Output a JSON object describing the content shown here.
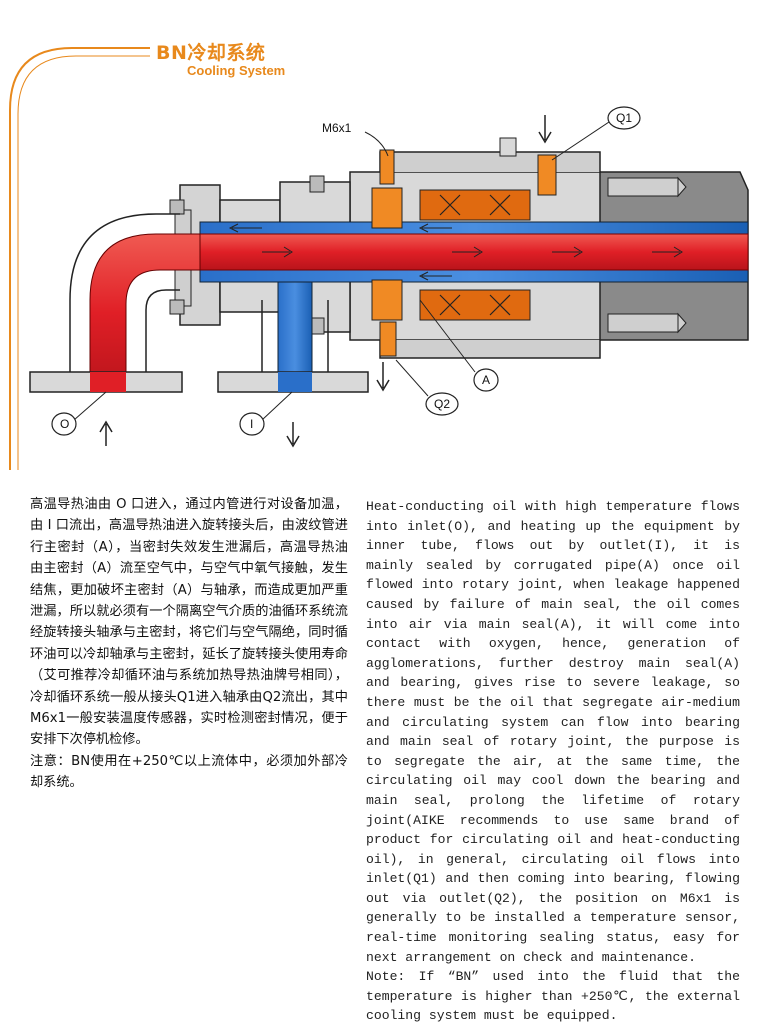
{
  "header": {
    "title": "BN冷却系统",
    "subtitle": "Cooling System"
  },
  "diagram": {
    "labels": {
      "m6x1": "M6x1",
      "q1": "Q1",
      "q2": "Q2",
      "a": "A",
      "o": "O",
      "i": "I"
    },
    "colors": {
      "hot_oil": "#e01f26",
      "cool_oil": "#1a5fb4",
      "seal": "#f08a24",
      "bearing": "#e06a10",
      "body": "#d9d9d9",
      "accent": "#e8891c"
    }
  },
  "text": {
    "chinese_body": "高温导热油由 O 口进入，通过内管进行对设备加温，由 I 口流出，高温导热油进入旋转接头后，由波纹管进行主密封（A），当密封失效发生泄漏后，高温导热油由主密封（A）流至空气中，与空气中氧气接触，发生结焦，更加破坏主密封（A）与轴承，而造成更加严重泄漏，所以就必须有一个隔离空气介质的油循环系统流经旋转接头轴承与主密封，将它们与空气隔绝，同时循环油可以冷却轴承与主密封，延长了旋转接头使用寿命（艾可推荐冷却循环油与系统加热导热油牌号相同），冷却循环系统一般从接头Q1进入轴承由Q2流出，其中M6x1一般安装温度传感器，实时检测密封情况，便于安排下次停机检修。",
    "chinese_note": "注意：BN使用在+250℃以上流体中，必须加外部冷却系统。",
    "english_body": "Heat-conducting oil with high temperature flows into inlet(O), and heating up the equipment by inner tube, flows out by outlet(I), it is mainly sealed by corrugated pipe(A) once oil flowed into rotary joint, when leakage happened caused by failure of main seal, the oil comes into air via main seal(A), it will come into contact with oxygen, hence, generation of agglomerations, further destroy main seal(A) and bearing, gives rise to severe leakage, so there must be the oil that segregate air-medium and circulating system can flow into bearing and main seal of rotary joint, the purpose is to segregate the air, at the same time, the circulating oil may cool down the bearing and main seal, prolong the lifetime of rotary joint(AIKE recommends to use same brand of product for circulating oil and heat-conducting oil), in general, circulating oil flows into inlet(Q1) and then coming into bearing, flowing out via outlet(Q2), the position on M6x1 is generally to be installed a temperature sensor, real-time monitoring sealing status, easy for next arrangement on check and maintenance.",
    "english_note": "Note: If “BN” used into the fluid that the temperature is higher than +250℃, the external cooling system must be equipped."
  }
}
